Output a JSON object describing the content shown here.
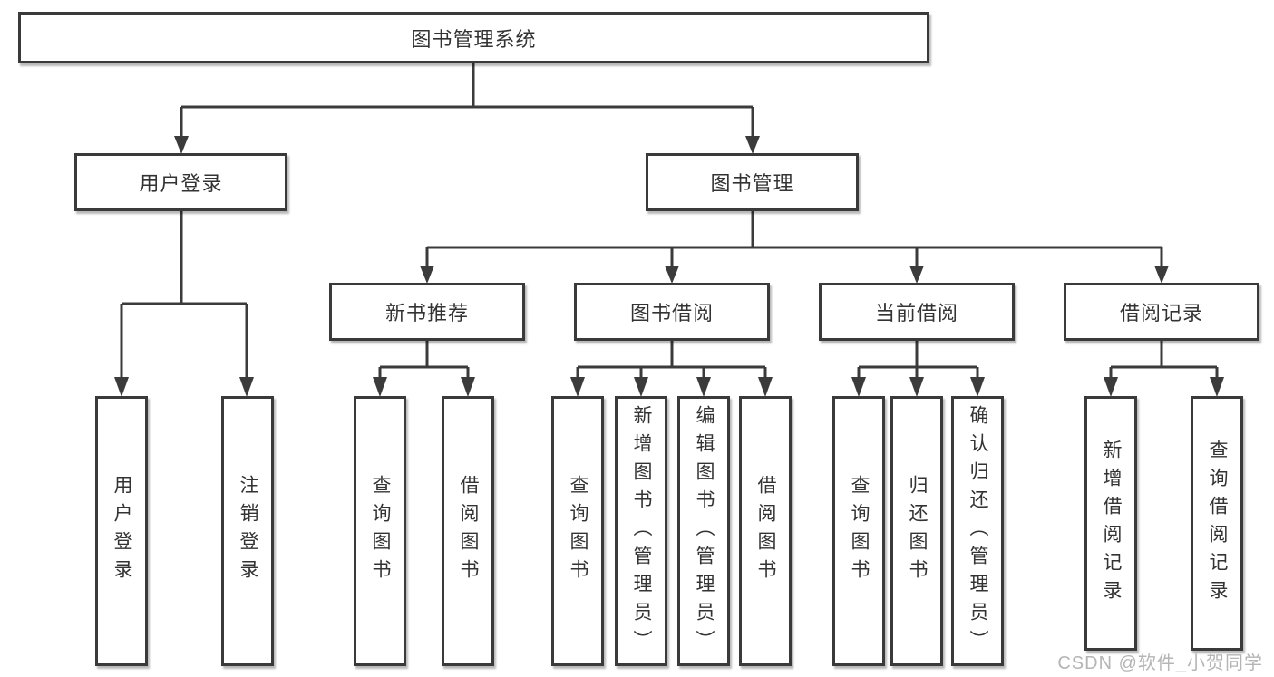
{
  "tree": {
    "root": "图书管理系统",
    "branches": [
      {
        "label": "用户登录",
        "children": [
          "用户登录",
          "注销登录"
        ]
      },
      {
        "label": "图书管理",
        "categories": [
          {
            "label": "新书推荐",
            "children": [
              "查询图书",
              "借阅图书"
            ]
          },
          {
            "label": "图书借阅",
            "children": [
              "查询图书",
              "新增图书（管理员）",
              "编辑图书（管理员）",
              "借阅图书"
            ]
          },
          {
            "label": "当前借阅",
            "children": [
              "查询图书",
              "归还图书",
              "确认归还（管理员）"
            ]
          },
          {
            "label": "借阅记录",
            "children": [
              "新增借阅记录",
              "查询借阅记录"
            ]
          }
        ]
      }
    ]
  },
  "watermark": "CSDN @软件_小贺同学",
  "colors": {
    "line": "#3b3b3b",
    "box_border": "#3a3a3a",
    "box_fill": "#ffffff",
    "text": "#333333",
    "watermark": "#b5b5b5",
    "background": "#ffffff"
  }
}
